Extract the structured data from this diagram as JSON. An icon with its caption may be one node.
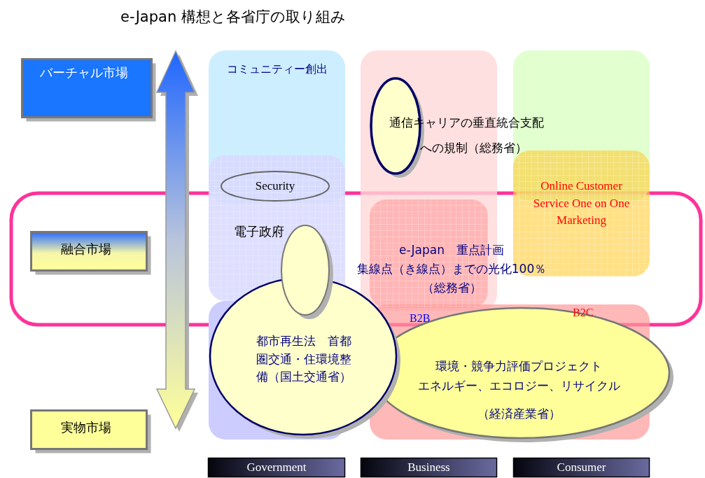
{
  "diagram": {
    "title": "e-Japan 構想と各省庁の取り組み",
    "nodes": [
      {
        "text": [
          "バーチャル市場"
        ]
      },
      {
        "text": [
          "コミュニティー創出"
        ]
      },
      {
        "text": [
          "Security"
        ]
      },
      {
        "text": [],
        "shape": "circle"
      },
      {
        "text": [
          "融合市場"
        ]
      },
      {
        "text": [
          "電子政府"
        ]
      },
      {
        "text": [
          "Online Customer Service One on One Marketing"
        ]
      },
      {
        "text": [],
        "shape": "circle"
      },
      {
        "text": [
          "e-Japan　重点計画",
          "集線点（き線点）までの光化100％",
          "（総務省）"
        ]
      },
      {
        "text": [
          "都市再生法　首都圏交通・住環境整備（国土交通省）"
        ]
      },
      {
        "text": [
          "実物市場"
        ]
      },
      {
        "text": [
          "環境・競争力評価プロジェクト",
          "エネルギー、エコロジー、リサイクル",
          "（経済産業省）"
        ]
      },
      {
        "text": [
          "Government"
        ]
      },
      {
        "text": [
          "Business"
        ]
      },
      {
        "text": [
          "Consumer"
        ]
      }
    ],
    "labels": [
      "通信キャリアの垂直統合支配",
      "への規制（総務省）",
      "B2B",
      "B2C"
    ]
  }
}
